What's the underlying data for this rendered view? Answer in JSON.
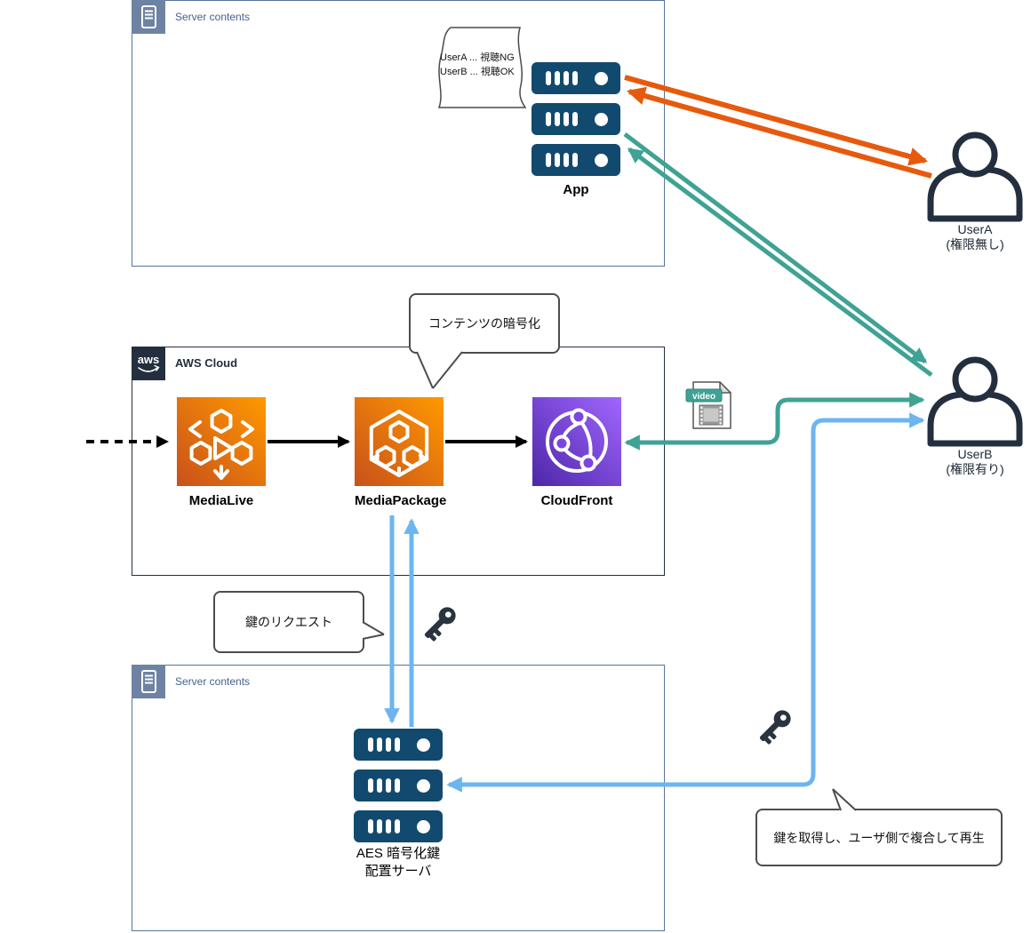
{
  "colors": {
    "navy": "#114a6e",
    "dark_navy": "#232f3e",
    "steel": "#6e82a3",
    "steel_border": "#56749c",
    "steel_text": "#44618f",
    "orange_arrow": "#e65a0e",
    "teal": "#3fa294",
    "light_blue": "#6cb5f0",
    "callout_border": "#4d4d4d",
    "aws_orange_1": "#c8511b",
    "aws_orange_2": "#ff9900",
    "aws_purple_1": "#4d27a8",
    "aws_purple_2": "#a166ff"
  },
  "top_server_box": {
    "title": "Server contents"
  },
  "bottom_server_box": {
    "title": "Server contents"
  },
  "policy_note": {
    "line1": "UserA ... 視聴NG",
    "line2": "UserB ... 視聴OK"
  },
  "app": {
    "label": "App"
  },
  "user_a": {
    "name": "UserA",
    "role": "(権限無し)"
  },
  "user_b": {
    "name": "UserB",
    "role": "(権限有り)"
  },
  "aws": {
    "title": "AWS Cloud",
    "logo": "aws",
    "services": [
      {
        "label": "MediaLive"
      },
      {
        "label": "MediaPackage"
      },
      {
        "label": "CloudFront"
      }
    ]
  },
  "aes_server": {
    "label_line1": "AES 暗号化鍵",
    "label_line2": "配置サーバ"
  },
  "callouts": {
    "encryption": "コンテンツの暗号化",
    "key_request": "鍵のリクエスト",
    "key_playback": "鍵を取得し、ユーザ側で複合して再生"
  },
  "video_file": {
    "label": "video"
  }
}
